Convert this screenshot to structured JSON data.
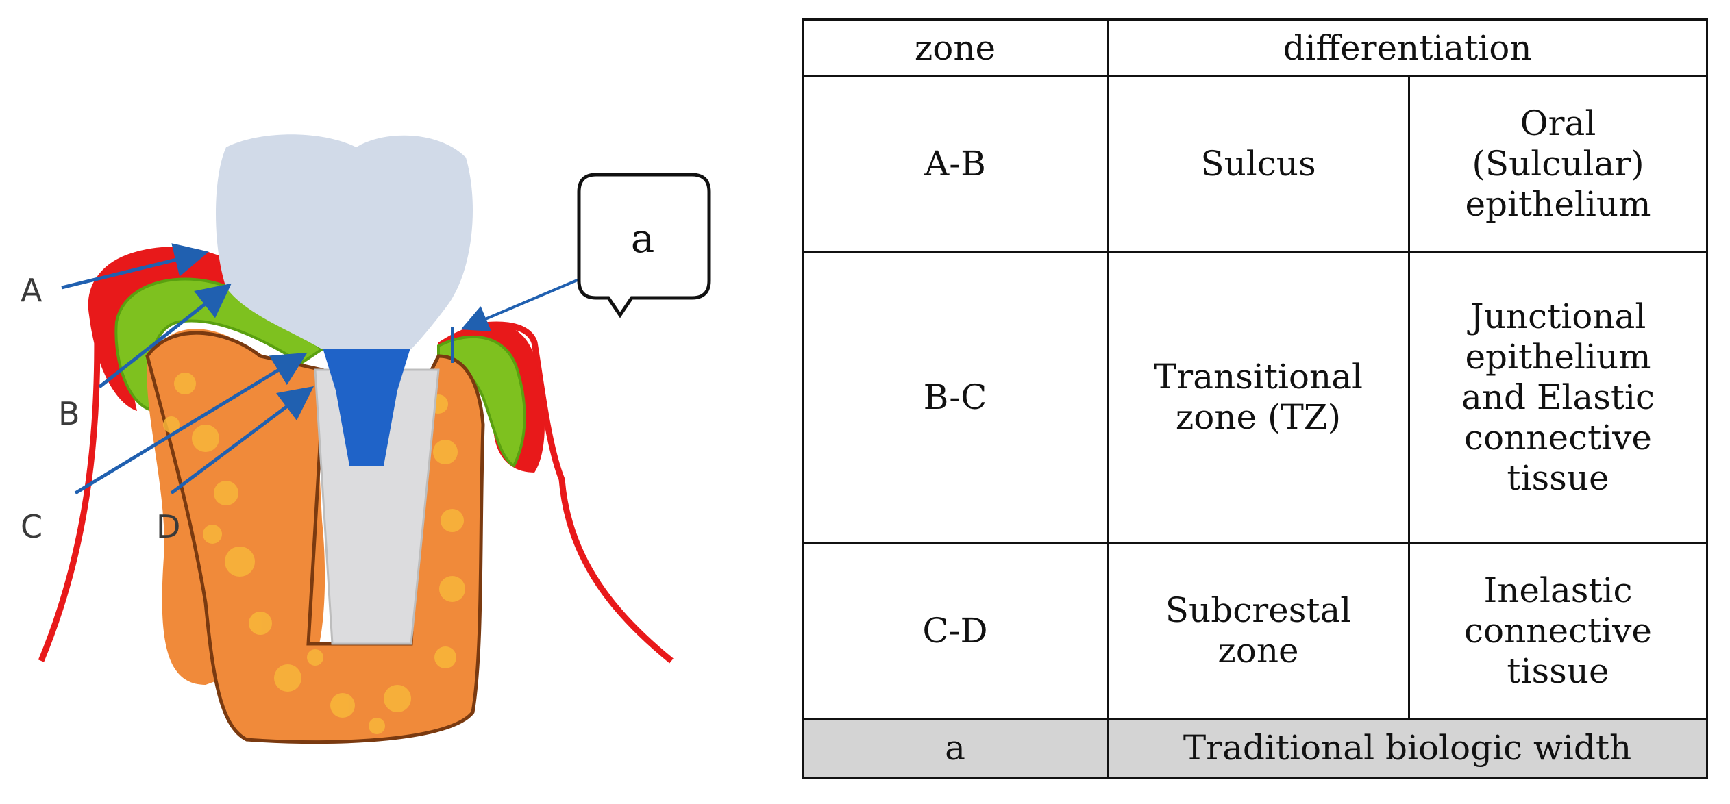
{
  "diagram": {
    "labels": [
      "A",
      "B",
      "C",
      "D"
    ],
    "callout": "a"
  },
  "table": {
    "header": [
      "zone",
      "differentiation"
    ],
    "rows": [
      {
        "zone": "A-B",
        "name": "Sulcus",
        "tissue": "Oral\n(Sulcular)\nepithelium"
      },
      {
        "zone": "B-C",
        "name": "Transitional\nzone (TZ)",
        "tissue": "Junctional\nepithelium\nand Elastic\nconnective\ntissue"
      },
      {
        "zone": "C-D",
        "name": "Subcrestal\nzone",
        "tissue": "Inelastic\nconnective\ntissue"
      }
    ],
    "footer": [
      "a",
      "Traditional biologic width"
    ]
  }
}
